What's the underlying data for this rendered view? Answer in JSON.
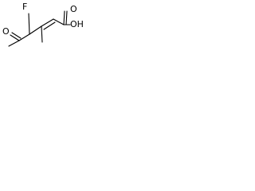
{
  "molecule": {
    "atoms": {
      "fluorine": "F",
      "ketone_oxygen": "O",
      "carbonyl_oxygen": "O",
      "hydroxyl": "OH"
    },
    "colors": {
      "bond": "#000000",
      "label": "#000000",
      "background": "#ffffff"
    }
  }
}
